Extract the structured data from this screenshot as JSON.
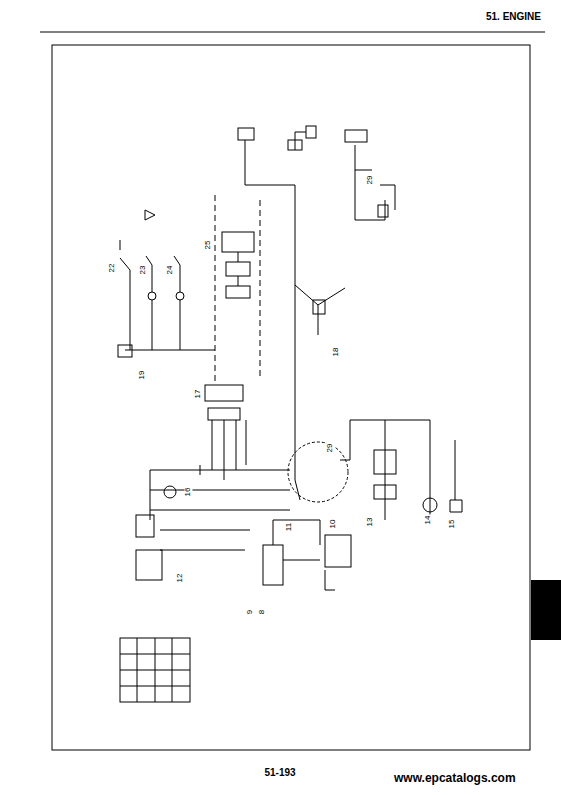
{
  "diagram": {
    "title": "51. ENGINE",
    "labels": [
      "22",
      "23",
      "24",
      "25",
      "19",
      "17",
      "16",
      "12",
      "9",
      "8",
      "11",
      "10",
      "13",
      "14",
      "15",
      "18",
      "29",
      "29",
      "51-193",
      "www.epcatalogs.com"
    ]
  }
}
